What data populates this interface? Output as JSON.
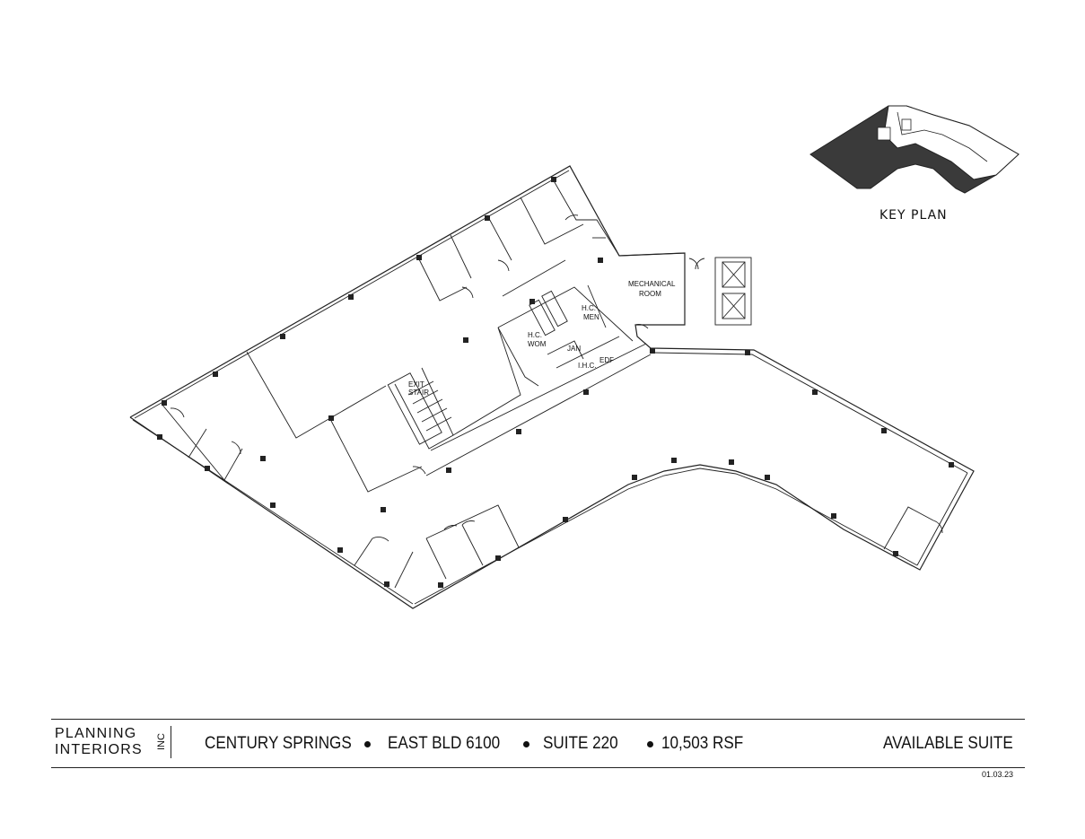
{
  "key_plan_label": "KEY PLAN",
  "room_labels": {
    "mechanical_line1": "MECHANICAL",
    "mechanical_line2": "ROOM",
    "hc_men_line1": "H.C.",
    "hc_men_line2": "MEN",
    "hc_wom_line1": "H.C.",
    "hc_wom_line2": "WOM",
    "jan": "JAN",
    "ihc": "I.H.C.",
    "edf": "EDF",
    "exit_line1": "EXIT",
    "exit_line2": "STAIR"
  },
  "footer": {
    "logo_line1": "PLANNING",
    "logo_line2": "INTERIORS",
    "logo_inc": "INC",
    "project": "CENTURY SPRINGS",
    "building": "EAST BLD 6100",
    "suite": "SUITE 220",
    "area": "10,503 RSF",
    "status": "AVAILABLE SUITE",
    "date": "01.03.23"
  }
}
